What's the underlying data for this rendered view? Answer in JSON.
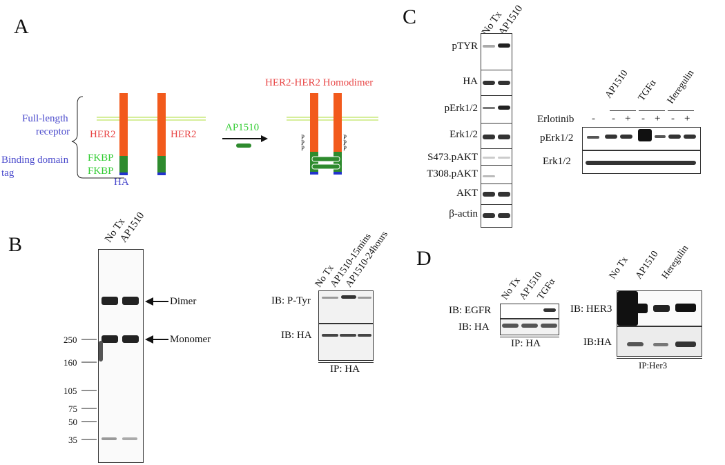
{
  "panels": {
    "a": "A",
    "b": "B",
    "c": "C",
    "d": "D"
  },
  "panel_a": {
    "full_length_receptor": [
      "Full-length",
      "receptor"
    ],
    "binding_domain_tag": [
      "Binding domain",
      "tag"
    ],
    "her2_left": "HER2",
    "her2_right": "HER2",
    "fkbp_1": "FKBP",
    "fkbp_2": "FKBP",
    "ha": "HA",
    "drug": "AP1510",
    "homodimer": "HER2-HER2 Homodimer",
    "phospho": "P"
  },
  "panel_b": {
    "lanes": [
      "No Tx",
      "AP1510"
    ],
    "markers": [
      "250",
      "160",
      "105",
      "75",
      "50",
      "35"
    ],
    "dimer": "Dimer",
    "monomer": "Monomer",
    "ip_lanes": [
      "No Tx",
      "AP1510-15mins",
      "AP1510-24hours"
    ],
    "ib_ptyr": "IB: P-Tyr",
    "ib_ha": "IB: HA",
    "ip": "IP: HA"
  },
  "panel_c": {
    "lanes": [
      "No Tx",
      "AP1510"
    ],
    "rows": [
      "pTYR",
      "HA",
      "pErk1/2",
      "Erk1/2",
      "S473.pAKT",
      "T308.pAKT",
      "AKT",
      "β-actin"
    ],
    "groups": [
      "AP1510",
      "TGFα",
      "Heregulin"
    ],
    "erlotinib": "Erlotinib",
    "signs": [
      "-",
      "-",
      "+",
      "-",
      "+",
      "-",
      "+"
    ],
    "right_rows": [
      "pErk1/2",
      "Erk1/2"
    ]
  },
  "panel_d": {
    "left_lanes": [
      "No Tx",
      "AP1510",
      "TGFα"
    ],
    "ib_egfr": "IB: EGFR",
    "ib_ha": "IB: HA",
    "ip_ha": "IP: HA",
    "right_lanes": [
      "No Tx",
      "AP1510",
      "Heregulin"
    ],
    "ib_her3": "IB: HER3",
    "ib_ha2": "IB:HA",
    "ip_her3": "IP:Her3"
  },
  "colors": {
    "her2": "#f25a1c",
    "fkbp": "#2e8b2e",
    "ha": "#2233cc",
    "membrane": "#c8e87a",
    "label_blue": "#4a4acc",
    "label_green": "#33cc33",
    "label_red": "#e84545"
  }
}
